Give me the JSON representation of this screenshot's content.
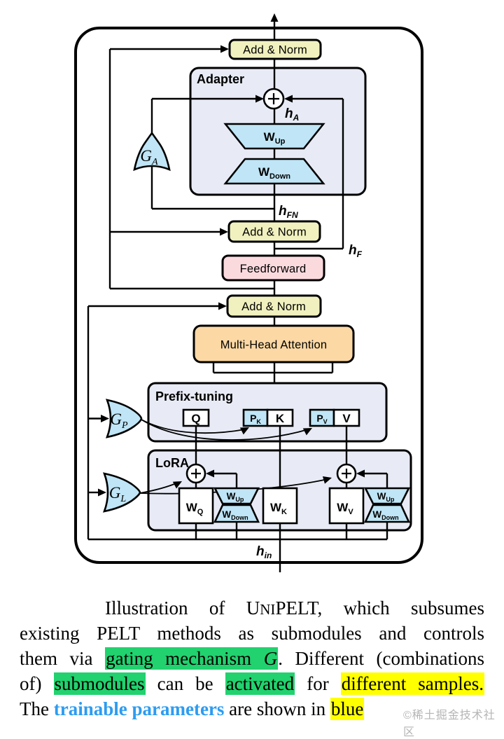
{
  "colors": {
    "panel": "#e8ebf5",
    "cyan": "#bfe5f6",
    "ynorm": "#f1f1bf",
    "pink": "#fbdade",
    "orange": "#fcd8a4",
    "hlgreen": "#21d26e",
    "hlyellow": "#ffff00",
    "bluetext": "#2d9cf0",
    "watermark": "#b5b5b5"
  },
  "diagram": {
    "blocks": {
      "add_norm_1": "Add & Norm",
      "add_norm_2": "Add & Norm",
      "add_norm_3": "Add & Norm",
      "feedforward": "Feedforward",
      "mha": "Multi-Head Attention"
    },
    "adapter": {
      "title": "Adapter",
      "w_up": {
        "base": "W",
        "sub": "Up"
      },
      "w_down": {
        "base": "W",
        "sub": "Down"
      },
      "h_a": {
        "base": "h",
        "sub": "A"
      }
    },
    "gates": {
      "a": {
        "base": "G",
        "sub": "A"
      },
      "p": {
        "base": "G",
        "sub": "P"
      },
      "l": {
        "base": "G",
        "sub": "L"
      }
    },
    "labels": {
      "h_fn": {
        "base": "h",
        "sub": "FN"
      },
      "h_f": {
        "base": "h",
        "sub": "F"
      },
      "h_in": {
        "base": "h",
        "sub": "in"
      }
    },
    "prefix": {
      "title": "Prefix-tuning",
      "q": "Q",
      "k": "K",
      "v": "V",
      "p_k": {
        "base": "P",
        "sub": "K"
      },
      "p_v": {
        "base": "P",
        "sub": "V"
      }
    },
    "lora": {
      "title": "LoRA",
      "w_q": {
        "base": "W",
        "sub": "Q"
      },
      "w_k": {
        "base": "W",
        "sub": "K"
      },
      "w_v": {
        "base": "W",
        "sub": "V"
      },
      "w_up": {
        "base": "W",
        "sub": "Up"
      },
      "w_down": {
        "base": "W",
        "sub": "Down"
      }
    }
  },
  "caption": {
    "l1a": "Illustration of U",
    "l1b": "NI",
    "l1c": "PELT, which subsumes",
    "l2": "existing PELT methods as submodules and controls",
    "l3a": "them via ",
    "l3b": "gating mechanism ",
    "l3g": "G",
    "l3c": ". Different (combinations",
    "l4a": "of) ",
    "l4b": "submodules",
    "l4c": " can be ",
    "l4d": "activated",
    "l4e": " for ",
    "l4f": "different samples.",
    "l5a": "The ",
    "l5b": "trainable parameters",
    "l5c": " are shown in ",
    "l5d": "blue"
  },
  "watermark": "©稀土掘金技术社区"
}
